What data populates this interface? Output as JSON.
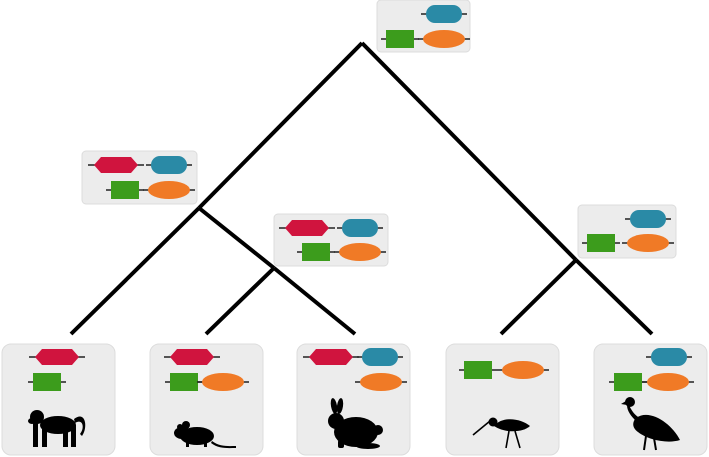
{
  "colors": {
    "red_hexagon": "#d0143e",
    "blue_capsule": "#2a8aa6",
    "green_square": "#3c9c1c",
    "orange_ellipse": "#f07a26",
    "panel": "#ececec",
    "branch": "#000000"
  },
  "legend_glyphs": {
    "red": "red-hexagon-icon",
    "blue": "blue-capsule-icon",
    "green": "green-square-icon",
    "orange": "orange-ellipse-icon"
  },
  "nodes": [
    {
      "id": "root",
      "kind": "ancestor",
      "row1": [
        "blue"
      ],
      "row2": [
        "green",
        "orange"
      ]
    },
    {
      "id": "primate-rodent-lagomorph",
      "kind": "ancestor",
      "row1": [
        "red",
        "blue"
      ],
      "row2": [
        "green",
        "orange"
      ]
    },
    {
      "id": "rodent-lagomorph",
      "kind": "ancestor",
      "row1": [
        "red",
        "blue"
      ],
      "row2": [
        "green",
        "orange"
      ]
    },
    {
      "id": "birds",
      "kind": "ancestor",
      "row1": [
        "blue"
      ],
      "row2": [
        "green",
        "orange"
      ]
    },
    {
      "id": "monkey",
      "kind": "leaf",
      "animal": "monkey-icon",
      "row1": [
        "red"
      ],
      "row2": [
        "green"
      ]
    },
    {
      "id": "mouse",
      "kind": "leaf",
      "animal": "mouse-icon",
      "row1": [
        "red"
      ],
      "row2": [
        "green",
        "orange"
      ]
    },
    {
      "id": "rabbit",
      "kind": "leaf",
      "animal": "rabbit-icon",
      "row1": [
        "red",
        "blue"
      ],
      "row2": [
        "orange"
      ]
    },
    {
      "id": "sandpiper",
      "kind": "leaf",
      "animal": "sandpiper-icon",
      "row1": [],
      "row2": [
        "green",
        "orange"
      ]
    },
    {
      "id": "turkey",
      "kind": "leaf",
      "animal": "turkey-icon",
      "row1": [
        "blue"
      ],
      "row2": [
        "green",
        "orange"
      ]
    }
  ]
}
